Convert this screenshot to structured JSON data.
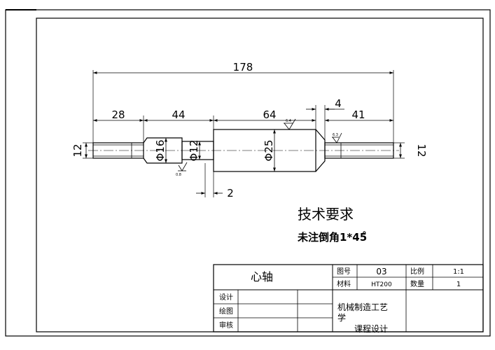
{
  "drawing": {
    "dimensions": {
      "overall_length": "178",
      "seg1_length": "28",
      "seg2_length": "44",
      "seg3_length": "64",
      "seg4_length": "4",
      "seg5_length": "41",
      "left_dia": "12",
      "right_dia": "12",
      "dia_16": "Φ16",
      "dia_12": "Φ12",
      "dia_25": "Φ25",
      "shoulder_gap": "2"
    },
    "roughness": {
      "r1": "0.8",
      "r2": "6.4",
      "r3": "6.3"
    }
  },
  "notes": {
    "heading": "技术要求",
    "chamfer": "未注倒角1*45̊"
  },
  "title_block": {
    "part_name": "心轴",
    "drawing_no_label": "图号",
    "drawing_no": "03",
    "scale_label": "比例",
    "scale": "1:1",
    "material_label": "材料",
    "material": "HT200",
    "qty_label": "数量",
    "qty": "1",
    "design_label": "设计",
    "draw_label": "绘图",
    "review_label": "审核",
    "school_line1": "机械制造工艺",
    "school_line2": "学",
    "course": "课程设计"
  }
}
